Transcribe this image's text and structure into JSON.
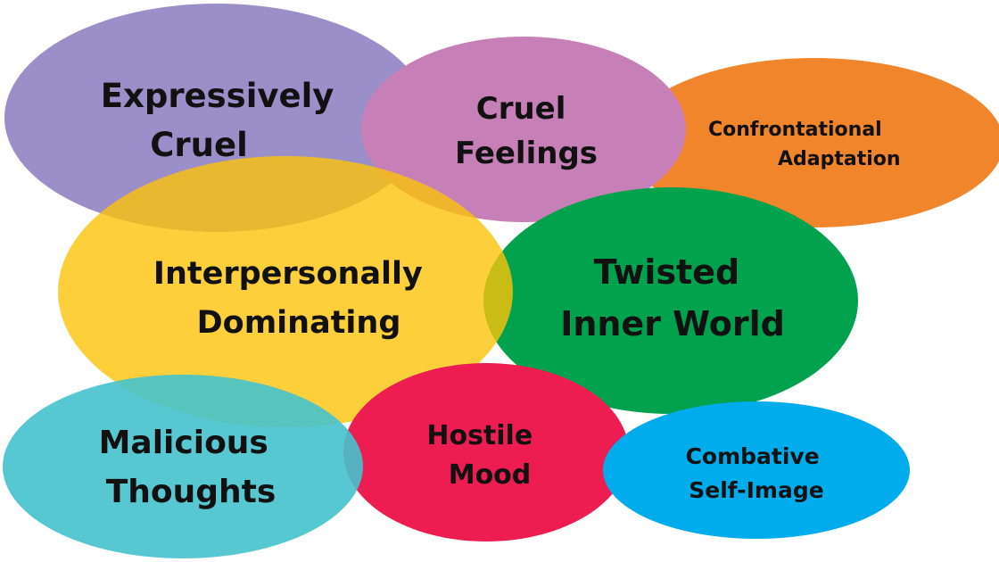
{
  "diagram": {
    "bubbles": [
      {
        "id": "expressively-cruel",
        "lines": [
          "Expressively",
          "Cruel"
        ],
        "color": "#9a8fc8",
        "opacity": 1
      },
      {
        "id": "cruel-feelings",
        "lines": [
          "Cruel",
          "Feelings"
        ],
        "color": "#c77fb8",
        "opacity": 1
      },
      {
        "id": "confrontational-adaptation",
        "lines": [
          "Confrontational",
          "Adaptation"
        ],
        "color": "#f0852b",
        "opacity": 1
      },
      {
        "id": "interpersonally-dominating",
        "lines": [
          "Interpersonally",
          "Dominating"
        ],
        "color": "#fbc30a",
        "opacity": 0.8
      },
      {
        "id": "twisted-inner-world",
        "lines": [
          "Twisted",
          "Inner World"
        ],
        "color": "#00a24e",
        "opacity": 1
      },
      {
        "id": "malicious-thoughts",
        "lines": [
          "Malicious",
          "Thoughts"
        ],
        "color": "#45c2cd",
        "opacity": 0.9
      },
      {
        "id": "hostile-mood",
        "lines": [
          "Hostile",
          "Mood"
        ],
        "color": "#ee1d51",
        "opacity": 1
      },
      {
        "id": "combative-self-image",
        "lines": [
          "Combative",
          "Self-Image"
        ],
        "color": "#00acec",
        "opacity": 1
      }
    ]
  }
}
